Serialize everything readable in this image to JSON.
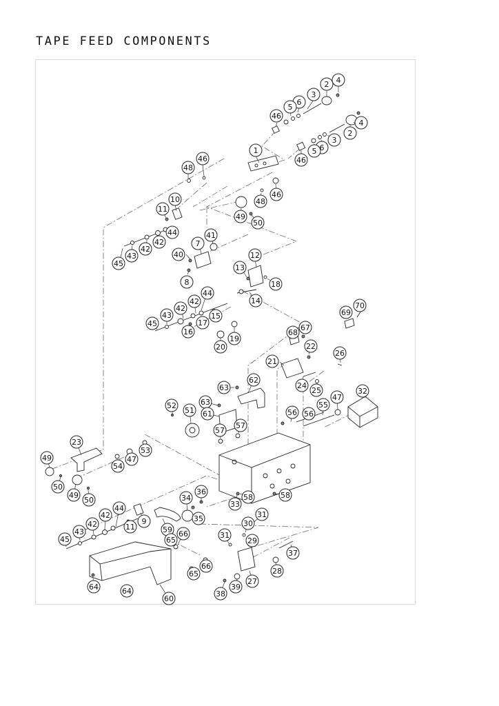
{
  "title": "TAPE FEED COMPONENTS",
  "callouts": [
    {
      "n": "1"
    },
    {
      "n": "2"
    },
    {
      "n": "4"
    },
    {
      "n": "3"
    },
    {
      "n": "6"
    },
    {
      "n": "5"
    },
    {
      "n": "46"
    },
    {
      "n": "4"
    },
    {
      "n": "2"
    },
    {
      "n": "3"
    },
    {
      "n": "6"
    },
    {
      "n": "5"
    },
    {
      "n": "46"
    },
    {
      "n": "48"
    },
    {
      "n": "46"
    },
    {
      "n": "48"
    },
    {
      "n": "46"
    },
    {
      "n": "49"
    },
    {
      "n": "50"
    },
    {
      "n": "10"
    },
    {
      "n": "11"
    },
    {
      "n": "44"
    },
    {
      "n": "42"
    },
    {
      "n": "42"
    },
    {
      "n": "43"
    },
    {
      "n": "45"
    },
    {
      "n": "7"
    },
    {
      "n": "41"
    },
    {
      "n": "40"
    },
    {
      "n": "8"
    },
    {
      "n": "12"
    },
    {
      "n": "13"
    },
    {
      "n": "18"
    },
    {
      "n": "14"
    },
    {
      "n": "44"
    },
    {
      "n": "42"
    },
    {
      "n": "42"
    },
    {
      "n": "43"
    },
    {
      "n": "45"
    },
    {
      "n": "15"
    },
    {
      "n": "17"
    },
    {
      "n": "16"
    },
    {
      "n": "19"
    },
    {
      "n": "20"
    },
    {
      "n": "70"
    },
    {
      "n": "69"
    },
    {
      "n": "67"
    },
    {
      "n": "68"
    },
    {
      "n": "22"
    },
    {
      "n": "26"
    },
    {
      "n": "21"
    },
    {
      "n": "24"
    },
    {
      "n": "25"
    },
    {
      "n": "32"
    },
    {
      "n": "47"
    },
    {
      "n": "55"
    },
    {
      "n": "56"
    },
    {
      "n": "56"
    },
    {
      "n": "63"
    },
    {
      "n": "62"
    },
    {
      "n": "52"
    },
    {
      "n": "51"
    },
    {
      "n": "63"
    },
    {
      "n": "61"
    },
    {
      "n": "57"
    },
    {
      "n": "57"
    },
    {
      "n": "23"
    },
    {
      "n": "53"
    },
    {
      "n": "47"
    },
    {
      "n": "54"
    },
    {
      "n": "49"
    },
    {
      "n": "50"
    },
    {
      "n": "49"
    },
    {
      "n": "50"
    },
    {
      "n": "58"
    },
    {
      "n": "58"
    },
    {
      "n": "33"
    },
    {
      "n": "34"
    },
    {
      "n": "36"
    },
    {
      "n": "35"
    },
    {
      "n": "44"
    },
    {
      "n": "42"
    },
    {
      "n": "42"
    },
    {
      "n": "43"
    },
    {
      "n": "45"
    },
    {
      "n": "11"
    },
    {
      "n": "9"
    },
    {
      "n": "59"
    },
    {
      "n": "66"
    },
    {
      "n": "65"
    },
    {
      "n": "31"
    },
    {
      "n": "30"
    },
    {
      "n": "31"
    },
    {
      "n": "29"
    },
    {
      "n": "37"
    },
    {
      "n": "66"
    },
    {
      "n": "65"
    },
    {
      "n": "28"
    },
    {
      "n": "27"
    },
    {
      "n": "38"
    },
    {
      "n": "39"
    },
    {
      "n": "64"
    },
    {
      "n": "64"
    },
    {
      "n": "60"
    }
  ]
}
